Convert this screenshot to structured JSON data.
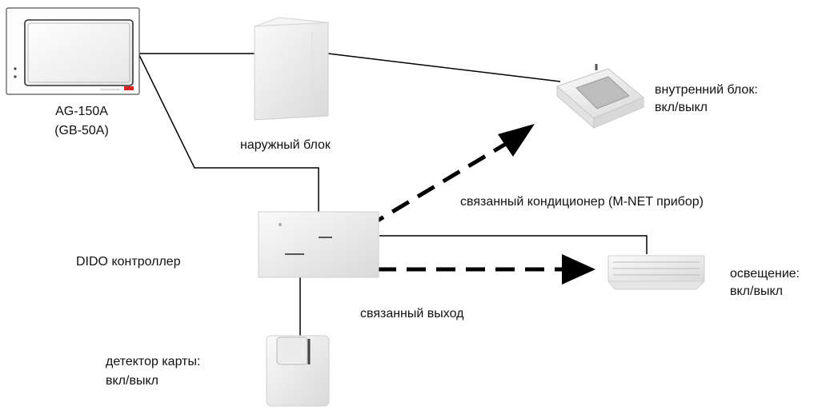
{
  "controller": {
    "name": "AG-150A",
    "alt_name": "(GB-50A)"
  },
  "outdoor_unit": {
    "label": "наружный блок"
  },
  "indoor_unit": {
    "label_line1": "внутренний блок:",
    "label_line2": "вкл/выкл"
  },
  "linked_ac": {
    "label": "связанный кондиционер (M-NET прибор)"
  },
  "dido": {
    "label": "DIDO контроллер"
  },
  "lighting": {
    "label_line1": "освещение:",
    "label_line2": "вкл/выкл"
  },
  "linked_output": {
    "label": "связанный выход"
  },
  "card_detector": {
    "label_line1": "детектор карты:",
    "label_line2": "вкл/выкл"
  },
  "colors": {
    "line": "#000000",
    "device_fill": "#f0f0f0",
    "device_edge": "#c8c8c8"
  }
}
